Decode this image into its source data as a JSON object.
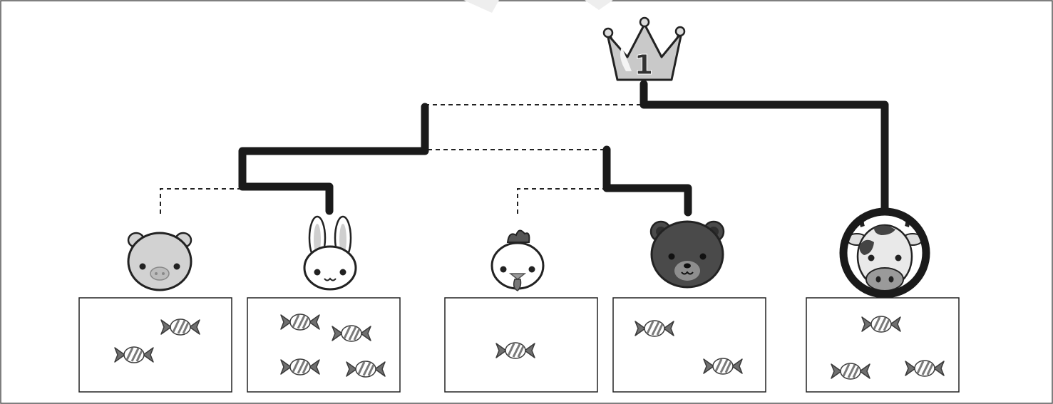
{
  "crown": {
    "rank_label": "1"
  },
  "animals": [
    {
      "name": "pig",
      "candies": 2
    },
    {
      "name": "rabbit",
      "candies": 4
    },
    {
      "name": "chick",
      "candies": 1
    },
    {
      "name": "bear",
      "candies": 2
    },
    {
      "name": "cow",
      "candies": 3
    }
  ],
  "bracket": {
    "matches": [
      {
        "pair": [
          "pig",
          "rabbit"
        ],
        "winner": "rabbit"
      },
      {
        "pair": [
          "chick",
          "bear"
        ],
        "winner": "bear"
      },
      {
        "pair": [
          "rabbit",
          "bear"
        ],
        "winner": "rabbit"
      },
      {
        "pair": [
          "rabbit",
          "cow"
        ],
        "winner": "cow"
      }
    ],
    "champion": "cow"
  },
  "colors": {
    "line": "#1a1a1a",
    "candy_wrapper": "#6f6f6f",
    "crown": "#c9c9c9",
    "bear": "#4a4a4a",
    "pig": "#d2d2d2"
  }
}
